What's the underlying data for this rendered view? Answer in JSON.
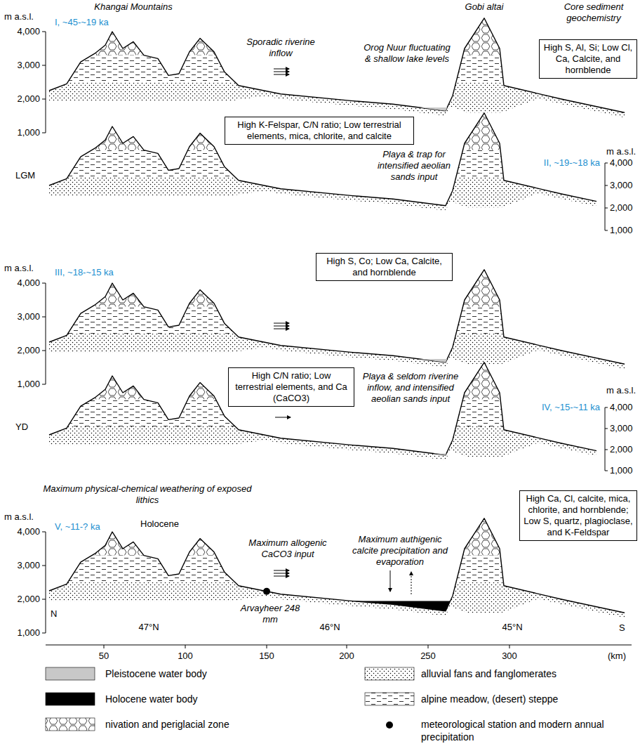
{
  "diagram": {
    "nodes": [
      {
        "text": [
          "High S, Al, Si; Low Cl, Ca, Calcite, and hornblende"
        ]
      },
      {
        "text": [
          "High K-Felspar, C/N ratio; Low terrestrial elements, mica, chlorite, and calcite"
        ]
      },
      {
        "text": [
          "High S, Co; Low Ca, Calcite, and hornblende"
        ]
      },
      {
        "text": [
          "High C/N ratio; Low terrestrial elements, and Ca (CaCO3)"
        ]
      },
      {
        "text": [
          "High Ca, Cl, calcite, mica, chlorite, and hornblende; Low S, quartz, plagioclase, and K-Feldspar"
        ]
      }
    ],
    "labels": [
      "Khangai Mountains",
      "Gobi altai",
      "Core sediment geochemistry",
      "I, ~45-~19 ka",
      "m a.s.l.",
      "4,000",
      "3,000",
      "2,000",
      "1,000",
      "Sporadic riverine inflow",
      "Orog Nuur fluctuating & shallow lake levels",
      "LGM",
      "Playa & trap for intensified aeolian sands input",
      "m a.s.l.",
      "II, ~19-~18 ka",
      "4,000",
      "3,000",
      "2,000",
      "1,000",
      "m a.s.l.",
      "III, ~18-~15 ka",
      "4,000",
      "3,000",
      "2,000",
      "1,000",
      "YD",
      "Playa & seldom riverine inflow, and intensified aeolian sands input",
      "m a.s.l.",
      "IV, ~15-~11 ka",
      "4,000",
      "3,000",
      "2,000",
      "1,000",
      "Maximum physical-chemical weathering of exposed lithics",
      "m a.s.l.",
      "V, ~11-? ka",
      "Holocene",
      "4,000",
      "3,000",
      "2,000",
      "1,000",
      "Maximum allogenic CaCO3 input",
      "Maximum authigenic calcite precipitation and evaporation",
      "Arvayheer 248 mm",
      "N",
      "S",
      "47°N",
      "46°N",
      "45°N",
      "50",
      "100",
      "150",
      "200",
      "250",
      "300",
      "(km)"
    ],
    "legend": [
      {
        "text": "Pleistocene water body",
        "color": "#c8c8c8"
      },
      {
        "text": "Holocene water body",
        "color": "#000000"
      },
      {
        "text": "nivation and periglacial zone"
      },
      {
        "text": "alluvial fans and fanglomerates"
      },
      {
        "text": "alpine meadow, (desert) steppe"
      },
      {
        "text": "meteorological station and modern annual precipitation"
      }
    ]
  }
}
